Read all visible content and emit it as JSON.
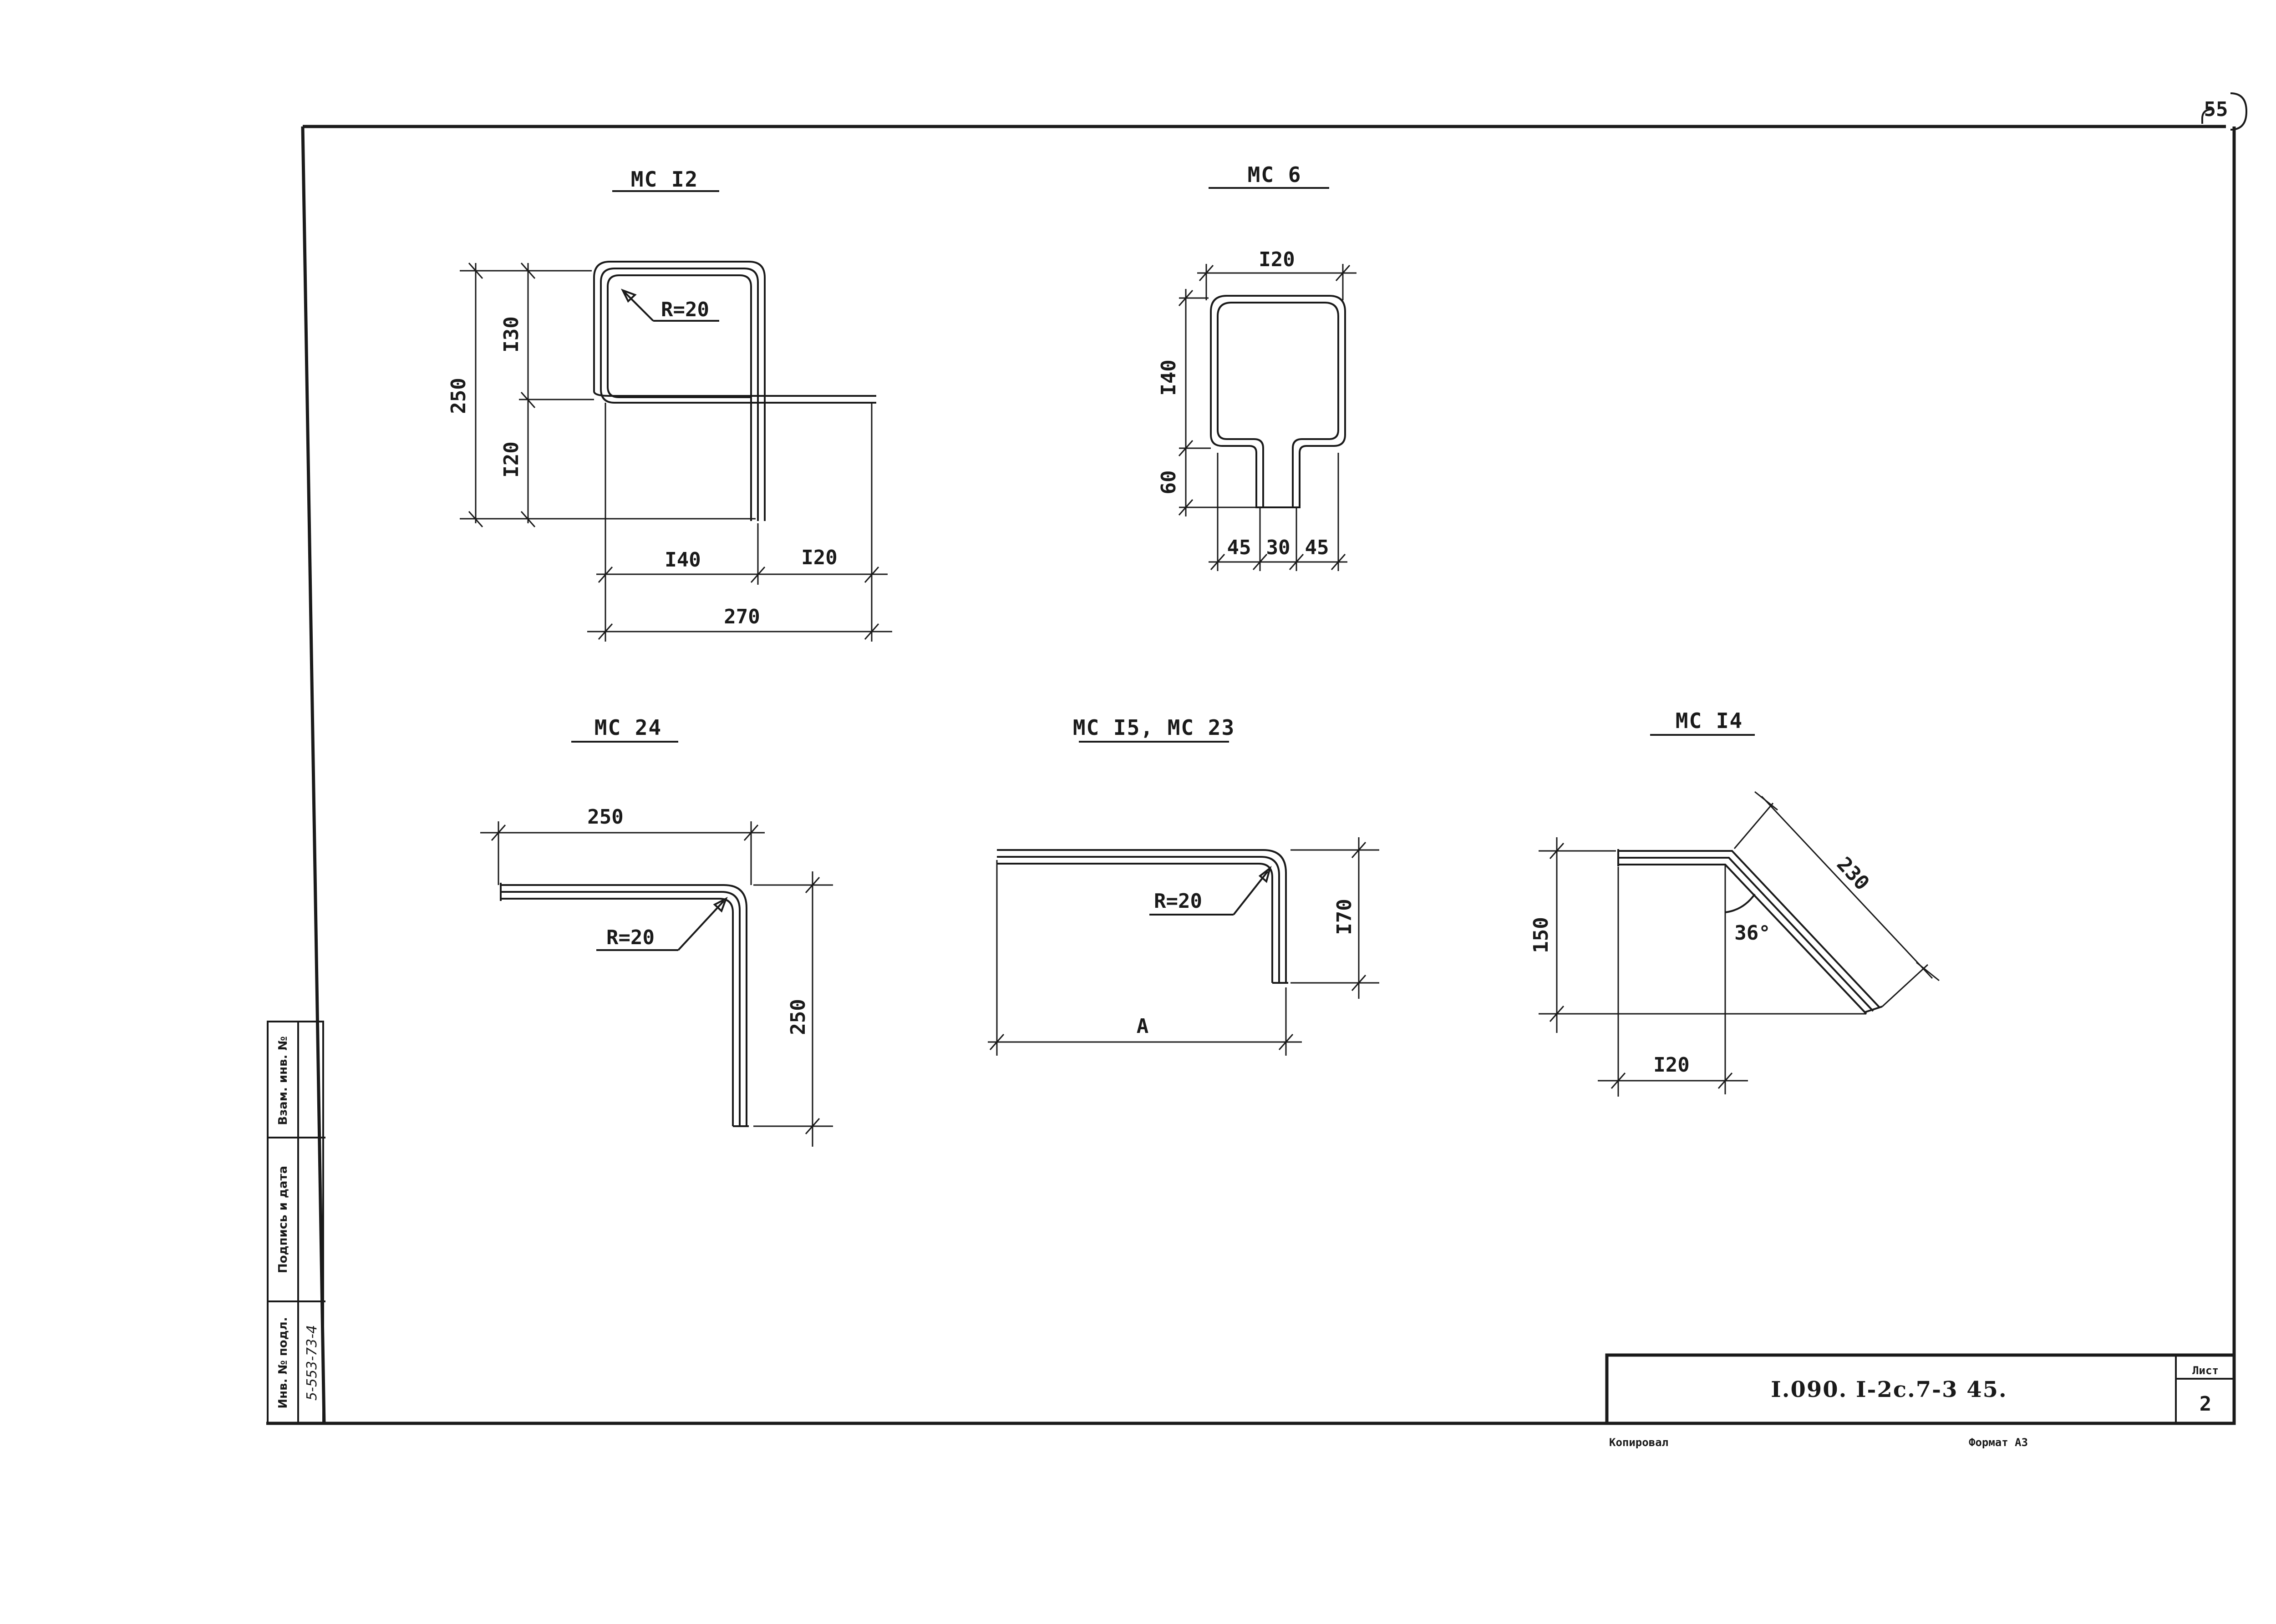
{
  "page_number": "55",
  "details": {
    "mc12": {
      "title": "МС I2",
      "radius": "R=20",
      "dim_top_height": "I30",
      "dim_bottom_height": "I20",
      "dim_total_height": "250",
      "dim_left_width": "I40",
      "dim_right_width": "I20",
      "dim_total_width": "270"
    },
    "mc6": {
      "title": "МС 6",
      "dim_width": "I20",
      "dim_height": "I40",
      "dim_leg": "60",
      "dim_left": "45",
      "dim_gap": "30",
      "dim_right": "45"
    },
    "mc24": {
      "title": "МС 24",
      "dim_width": "250",
      "radius": "R=20",
      "dim_height": "250"
    },
    "mc15": {
      "title": "МС I5, МС 23",
      "radius": "R=20",
      "dim_height": "I70",
      "dim_width": "А"
    },
    "mc14": {
      "title": "МС I4",
      "dim_slope": "230",
      "dim_angle": "36°",
      "dim_height": "150",
      "dim_width": "I20"
    }
  },
  "side_stamp": {
    "col1": "Взам. инв. №",
    "col2": "Подпись и дата",
    "col3": "Инв. № подл.",
    "inventory_no": "5-553-73-4"
  },
  "title_block": {
    "code": "I.090. I-2с.7-3 45.",
    "sheet_label": "Лист",
    "sheet_no": "2"
  },
  "footer": {
    "copied": "Копировал",
    "format": "Формат А3"
  }
}
